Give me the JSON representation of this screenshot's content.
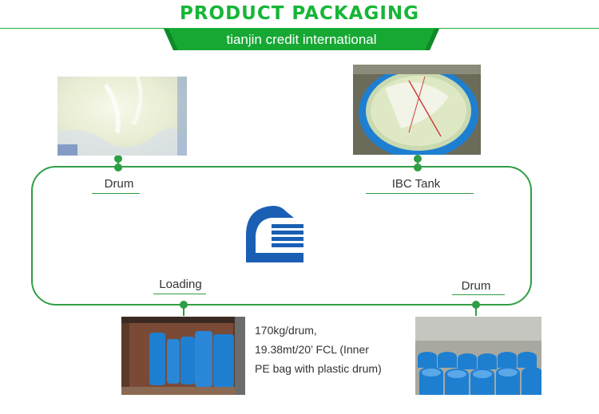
{
  "header": {
    "title": "PRODUCT PACKAGING",
    "banner_text": "tianjin credit international"
  },
  "steps": {
    "top_left": "Drum",
    "top_right": "IBC Tank",
    "bottom_left": "Loading",
    "bottom_right": "Drum"
  },
  "description": {
    "line1": "170kg/drum,",
    "line2": "19.38mt/20’ FCL (Inner",
    "line3": "PE bag with plastic drum)"
  },
  "colors": {
    "brand_green": "#16b636",
    "logo_blue": "#1a5fb4",
    "drum_blue": "#1e7fd1"
  },
  "logo": {
    "icon": "company-logo-icon"
  }
}
